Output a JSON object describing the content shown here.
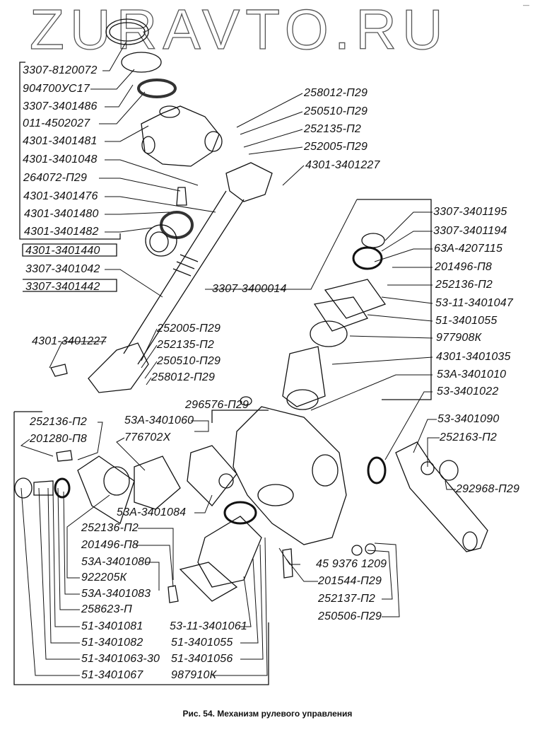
{
  "watermark": "ZURAVTO.RU",
  "corner_mark": "—",
  "caption": "Рис. 54. Механизм рулевого управления",
  "labels": {
    "upper_left": [
      "3307-8120072",
      "904700УС17",
      "3307-3401486",
      "011-4502027",
      "4301-3401481",
      "4301-3401048",
      "264072-П29",
      "4301-3401476",
      "4301-3401480",
      "4301-3401482",
      "4301-3401440",
      "3307-3401042",
      "3307-3401442"
    ],
    "upper_mid": [
      "258012-П29",
      "250510-П29",
      "252135-П2",
      "252005-П29",
      "4301-3401227"
    ],
    "right": [
      "3307-3401195",
      "3307-3401194",
      "63А-4207115",
      "201496-П8",
      "252136-П2",
      "53-11-3401047",
      "51-3401055",
      "977908К",
      "4301-3401035",
      "53А-3401010",
      "53-3401022",
      "53-3401090",
      "252163-П2",
      "292968-П29"
    ],
    "mid": [
      "3307-3400014",
      "4301-3401227",
      "252005-П29",
      "252135-П2",
      "250510-П29",
      "258012-П29",
      "296576-П29"
    ],
    "lower_left": [
      "252136-П2",
      "201280-П8",
      "53А-3401060",
      "776702Х",
      "53А-3401084",
      "252136-П2",
      "201496-П8",
      "53А-3401080",
      "922205К",
      "53А-3401083",
      "258623-П",
      "51-3401081",
      "51-3401082",
      "51-3401063-30",
      "51-3401067"
    ],
    "lower_mid": [
      "53-11-3401061",
      "51-3401055",
      "51-3401056",
      "987910К"
    ],
    "lower_right": [
      "45 9376 1209",
      "201544-П29",
      "252137-П2",
      "250506-П29"
    ]
  }
}
